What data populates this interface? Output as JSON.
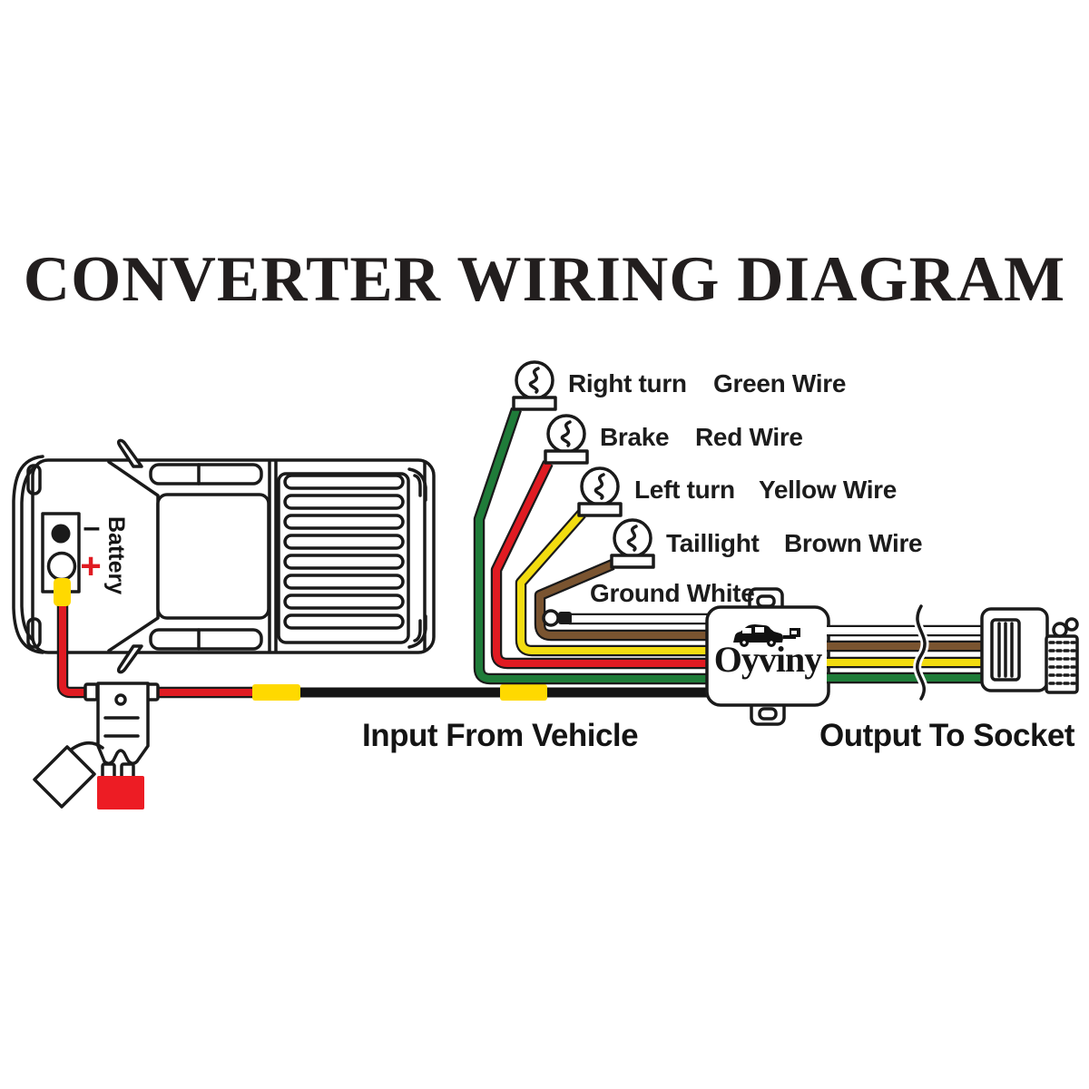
{
  "title": "CONVERTER WIRING DIAGRAM",
  "vehicle": {
    "battery_label": "Battery",
    "positive_sign": "+",
    "negative_sign": "–"
  },
  "bulbs": [
    {
      "function": "Right turn",
      "wire": "Green Wire"
    },
    {
      "function": "Brake",
      "wire": "Red Wire"
    },
    {
      "function": "Left turn",
      "wire": "Yellow Wire"
    },
    {
      "function": "Taillight",
      "wire": "Brown Wire"
    }
  ],
  "ground_label": "Ground White",
  "converter": {
    "brand": "Oyviny"
  },
  "captions": {
    "input": "Input From Vehicle",
    "output": "Output To Socket"
  },
  "colors": {
    "green_wire": "#1f7c39",
    "red_wire": "#e01b22",
    "yellow_wire": "#f2dc10",
    "brown_wire": "#7a5430",
    "white_wire": "#ffffff",
    "black_wire": "#141414",
    "splice_yellow": "#ffd900",
    "fuse_red": "#ed1c24",
    "line_art": "#1a1a1a"
  }
}
